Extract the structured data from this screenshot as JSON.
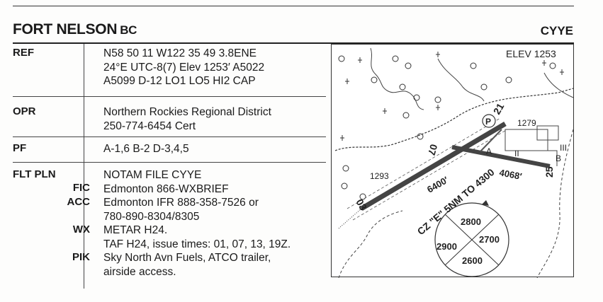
{
  "header": {
    "place_name": "FORT NELSON",
    "province": "BC",
    "identifier": "CYYE"
  },
  "rows": [
    {
      "label": "REF",
      "lines": [
        "N58 50 11 W122 35 49   3.8ENE",
        "24°E   UTC-8(7)   Elev 1253′   A5022",
        "A5099   D-12   LO1   LO5   HI2   CAP"
      ]
    },
    {
      "label": "OPR",
      "lines": [
        "Northern Rockies Regional District",
        "250-774-6454   Cert"
      ]
    },
    {
      "label": "PF",
      "lines": [
        "A-1,6   B-2   D-3,4,5"
      ]
    }
  ],
  "flt_pln": {
    "label": "FLT PLN",
    "notam": "NOTAM FILE CYYE",
    "fic_label": "FIC",
    "fic": "Edmonton 866-WXBRIEF",
    "acc_label": "ACC",
    "acc_1": "Edmonton IFR 888-358-7526 or",
    "acc_2": "780-890-8304/8305",
    "wx_label": "WX",
    "wx_1": "METAR H24.",
    "wx_2": "TAF H24, issue times: 01, 07, 13, 19Z.",
    "pik_label": "PIK",
    "pik_1": "Sky North Avn Fuels, ATCO trailer,",
    "pik_2": "airside access."
  },
  "diagram": {
    "elev": "ELEV 1253",
    "rwy_03": "03",
    "rwy_21": "21",
    "rwy_07": "07",
    "rwy_25": "25",
    "len_main": "6400′",
    "len_cross": "4068′",
    "spot_1293": "1293",
    "spot_1279": "1279",
    "parking": "P",
    "twy_a": "A",
    "twy_b": "B",
    "apron_2": "II",
    "apron_3": "III",
    "cz_label": "CZ \"E\" 5NM TO 4300",
    "sector_n": "2800",
    "sector_e": "2700",
    "sector_w": "2900",
    "sector_s": "2600"
  }
}
